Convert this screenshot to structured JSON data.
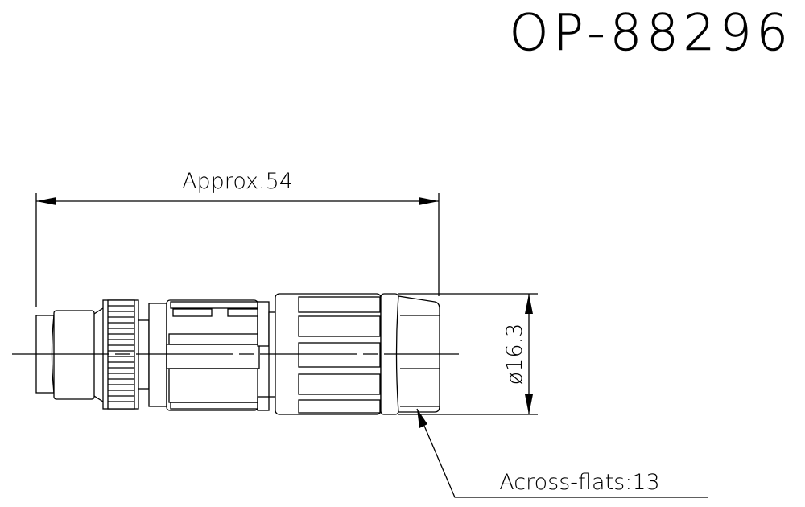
{
  "title": "OP-88296",
  "dimensions": {
    "length": "Approx.54",
    "diameter": "ø16.3",
    "across_flats": "Across-flats:13"
  }
}
